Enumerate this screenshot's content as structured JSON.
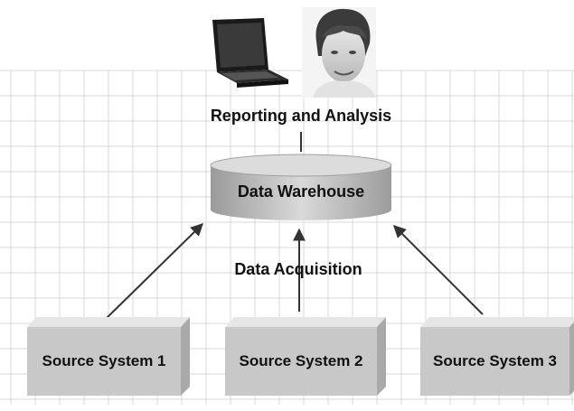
{
  "top": {
    "laptop_icon": "laptop-icon",
    "person_photo": "person-photo",
    "reporting_label": "Reporting and Analysis"
  },
  "warehouse": {
    "label": "Data Warehouse"
  },
  "acquisition": {
    "label": "Data Acquisition"
  },
  "sources": [
    {
      "label": "Source System 1"
    },
    {
      "label": "Source System 2"
    },
    {
      "label": "Source System 3"
    }
  ],
  "colors": {
    "grid": "#d9d9d9",
    "box_face": "#c8c8c8",
    "box_top": "#e6e6e6",
    "box_side": "#a9a9a9",
    "cylinder": "#bcbcbc",
    "arrow": "#333333"
  }
}
